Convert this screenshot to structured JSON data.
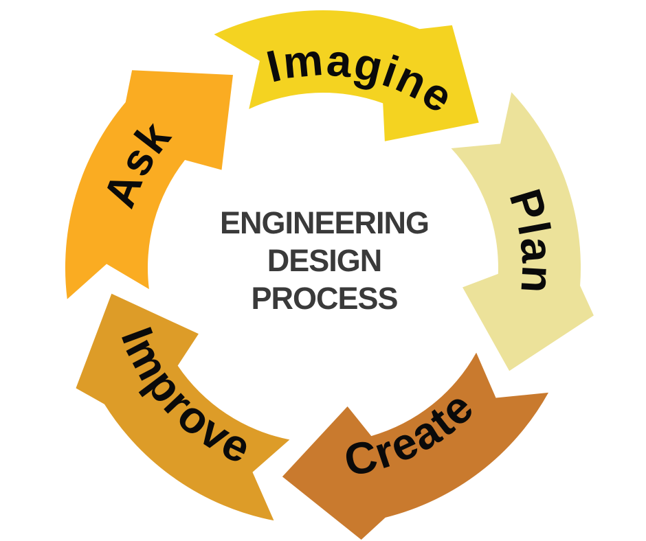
{
  "diagram": {
    "name": "Engineering Design Process cycle",
    "background_color": "#ffffff",
    "center_title": {
      "lines": [
        "ENGINEERING",
        "DESIGN",
        "PROCESS"
      ],
      "color": "#3a3a3a"
    },
    "label_color": "#0a0a0a",
    "steps": [
      {
        "label": "Imagine",
        "color": "#f4d321",
        "position": "top"
      },
      {
        "label": "Plan",
        "color": "#ece29a",
        "position": "right"
      },
      {
        "label": "Create",
        "color": "#c97a2e",
        "position": "bottom-right"
      },
      {
        "label": "Improve",
        "color": "#dd9c28",
        "position": "bottom-left"
      },
      {
        "label": "Ask",
        "color": "#faac22",
        "position": "top-left"
      }
    ]
  }
}
